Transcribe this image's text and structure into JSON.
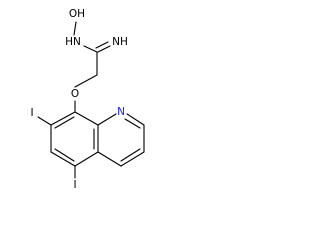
{
  "molecule": {
    "atom_labels": {
      "hydroxy_oh": "OH",
      "hydroxy_hn": "HN",
      "imine_nh": "NH",
      "ether_o": "O",
      "ring_n": "N",
      "iodo_7": "I",
      "iodo_5": "I"
    }
  }
}
